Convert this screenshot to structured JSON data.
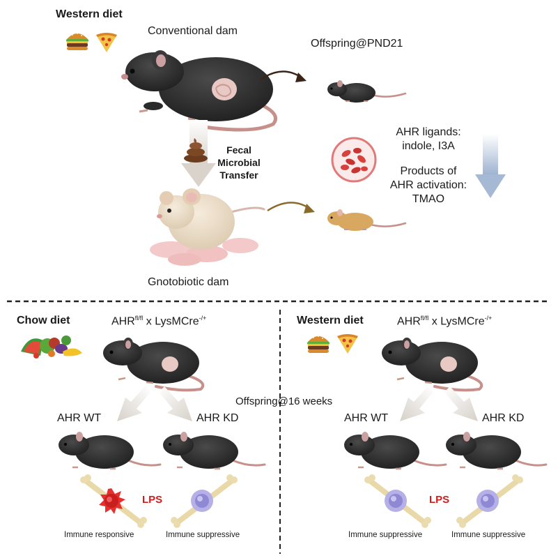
{
  "top": {
    "western_diet": "Western diet",
    "conventional_dam": "Conventional dam",
    "offspring_pnd21": "Offspring@PND21",
    "fecal_transfer": [
      "Fecal",
      "Microbial",
      "Transfer"
    ],
    "ahr_ligands": [
      "AHR ligands:",
      "indole, I3A"
    ],
    "products": [
      "Products of",
      "AHR activation:",
      "TMAO"
    ],
    "gnotobiotic_dam": "Gnotobiotic dam"
  },
  "left": {
    "diet": "Chow diet",
    "genotype_base": "AHR",
    "genotype_sup1": "fl/fl",
    "genotype_mid": " x LysMCre",
    "genotype_sup2": "-/+",
    "wt": "AHR WT",
    "kd": "AHR KD",
    "lps": "LPS",
    "resp_wt": "Immune responsive",
    "resp_kd": "Immune suppressive"
  },
  "right": {
    "diet": "Western diet",
    "genotype_base": "AHR",
    "genotype_sup1": "fl/fl",
    "genotype_mid": " x LysMCre",
    "genotype_sup2": "-/+",
    "wt": "AHR WT",
    "kd": "AHR KD",
    "lps": "LPS",
    "resp_wt": "Immune suppressive",
    "resp_kd": "Immune suppressive"
  },
  "offspring_16": "Offspring@16 weeks",
  "colors": {
    "mouse_dark": "#2e2e2e",
    "mouse_pale": "#ecdcc4",
    "pup": "#f4c9c9",
    "tan_mouse": "#d9a860",
    "arrow_gray": "#dcd6cf",
    "arrow_blue": "#a9bcd6",
    "lps_red": "#d11c1c",
    "cell_purple": "#8f88d4"
  }
}
